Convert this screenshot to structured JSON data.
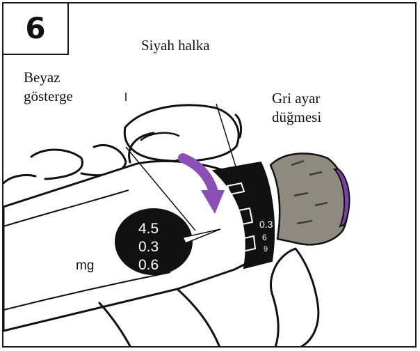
{
  "step": {
    "number": "6"
  },
  "labels": {
    "black_ring": "Siyah halka",
    "white_indicator_line1": "Beyaz",
    "white_indicator_line2": "gösterge",
    "gray_knob_line1": "Gri ayar",
    "gray_knob_line2": "düğmesi"
  },
  "dose_window": {
    "unit": "mg",
    "values": [
      "4.5",
      "0.3",
      "0.6"
    ]
  },
  "black_ring_scale": {
    "values": [
      "0.3",
      "6",
      "9"
    ]
  },
  "colors": {
    "ink": "#111111",
    "arrow": "#8b4fb5",
    "cap": "#7b3fa8",
    "knob": "#8e8a80",
    "ring": "#111111",
    "background": "#ffffff"
  },
  "icons": {
    "rotation_arrow": "curved-arrow-icon"
  }
}
